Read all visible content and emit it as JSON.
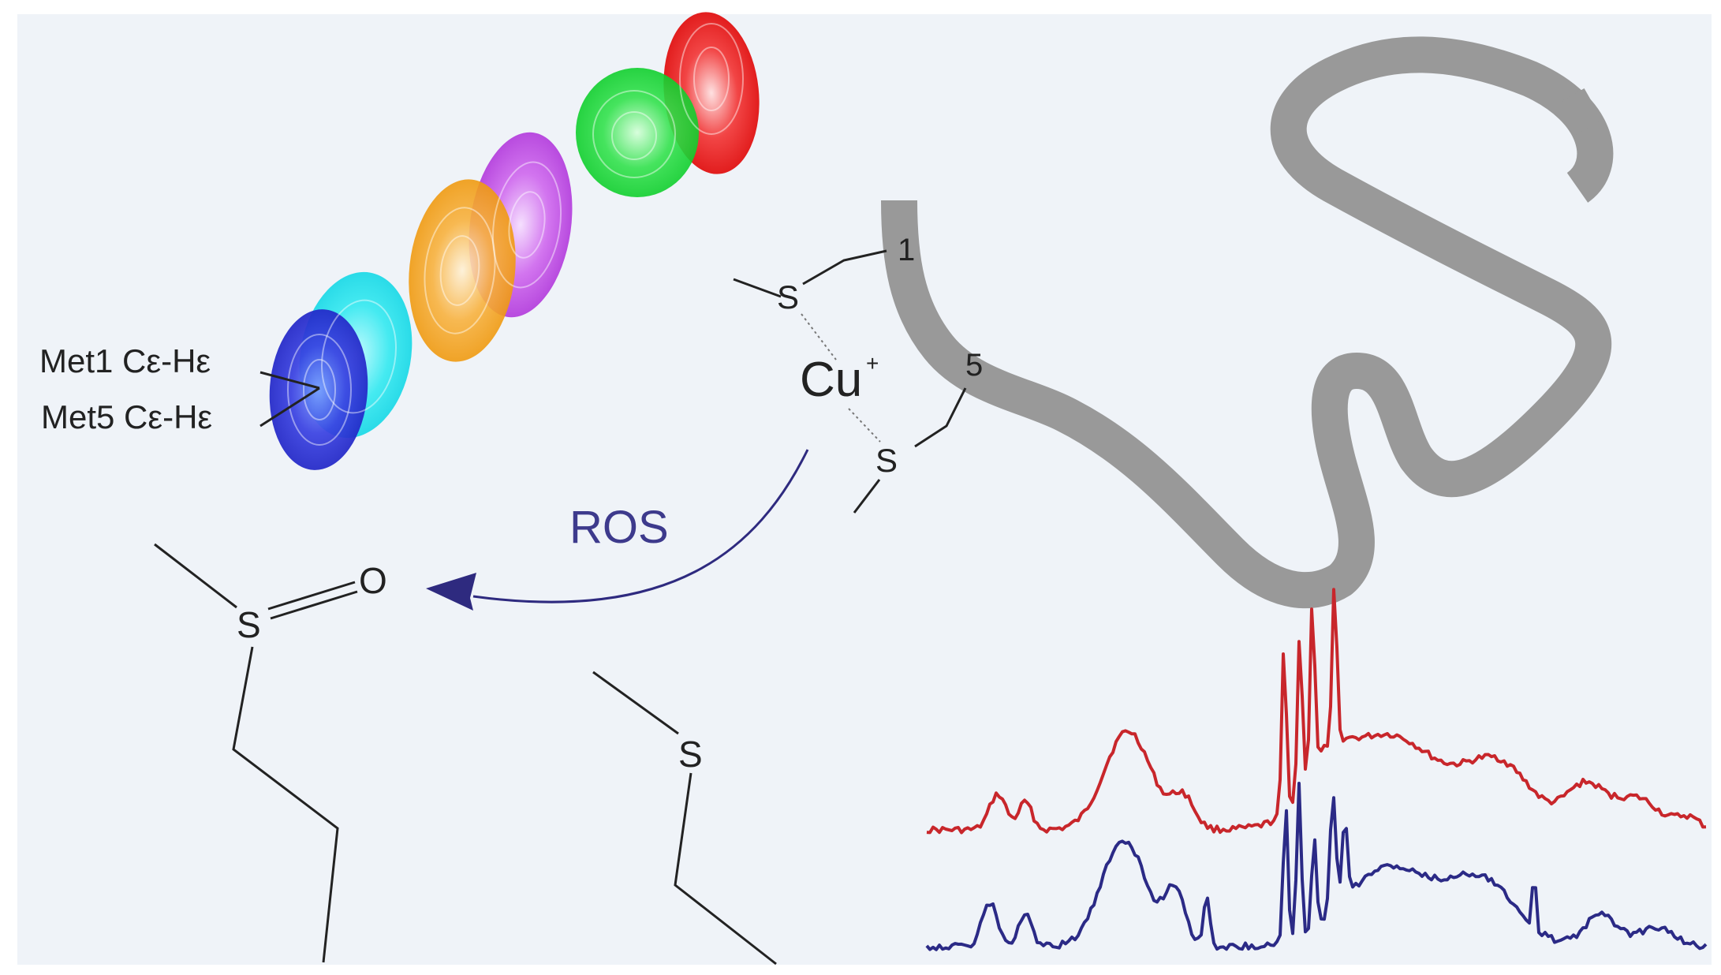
{
  "labels": {
    "met1": "Met1 Cε-Hε",
    "met5": "Met5 Cε-Hε",
    "copper": "Cu",
    "copper_charge": "+",
    "ros": "ROS",
    "residue1": "1",
    "residue5": "5",
    "sulfur_top": "S",
    "sulfur_bottom": "S",
    "sulfoxide_s": "S",
    "sulfoxide_o": "O",
    "thioether_s": "S"
  },
  "colors": {
    "background": "#eff3f8",
    "peptide": "#999999",
    "ros_arrow": "#2e2a7f",
    "ros_text": "#3d3a8c",
    "spectrum_red": "#c8262b",
    "spectrum_blue": "#2b2a86",
    "peak_blue": "#2f33d8",
    "peak_cyan": "#1fe7ee",
    "peak_orange": "#f7a21b",
    "peak_purple": "#c44ae6",
    "peak_green": "#11dd33",
    "peak_red": "#f21717"
  },
  "contour_peaks": [
    "blue",
    "cyan",
    "orange",
    "purple",
    "green",
    "red"
  ],
  "spectra": [
    "red",
    "blue"
  ]
}
